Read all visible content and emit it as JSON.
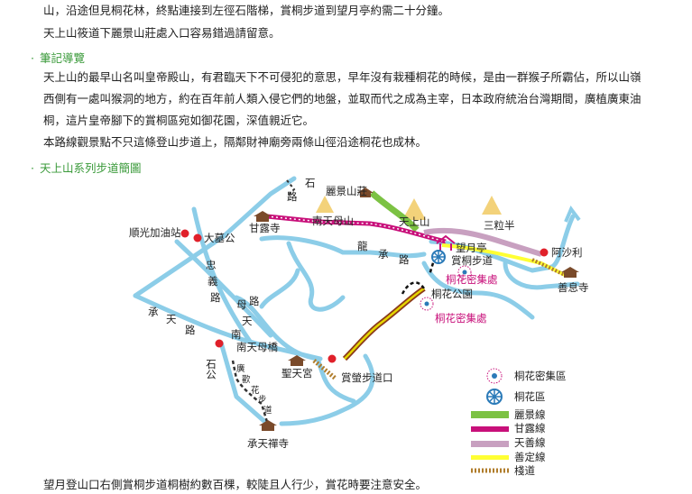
{
  "intro": {
    "line1": "山，沿途但見桐花林，終點連接到左徑石階梯，賞桐步道到望月亭約需二十分鐘。",
    "line2": "天上山筱道下麗景山莊處入口容易錯過請留意。"
  },
  "notes": {
    "heading": "筆記導覽",
    "para1_l1": "天上山的最早山名叫皇帝殿山，有君臨天下不可侵犯的意思，早年沒有栽種桐花的時候，是由一群猴子所霸佔，所以山嶺",
    "para1_l2": "西側有一處叫猴洞的地方，約在百年前人類入侵它們的地盤，並取而代之成為主宰，日本政府統治台灣期間，廣植廣東油",
    "para1_l3": "桐，這片皇帝腳下的賞桐區宛如御花園，深值親近它。",
    "para2": "本路線觀景點不只這條登山步道上，隔鄰財神廟旁兩條山徑沿途桐花也成林。"
  },
  "map_section": {
    "heading": "天上山系列步道簡圖"
  },
  "map_labels": {
    "shun_guang": "順光加油站",
    "da_mu_gong": "大墓公",
    "gan_lu_si": "甘露寺",
    "nan_tian_mu_shan": "南天母山",
    "li_jing_shan_zhuang": "麗景山莊",
    "tian_shang_shan": "天上山",
    "san_li_ban": "三粒半",
    "a_sha_li": "阿沙利",
    "shan_xi_si": "善息寺",
    "wang_yue_ting": "望月亭",
    "shang_tong_bu_dao": "賞桐步道",
    "tong_hua_mi_ji_chu": "桐花密集處",
    "tong_hua_gong_yuan": "桐花公園",
    "tong_hua_mi_ji_chu_2": "桐花密集處",
    "nan_tian_mu_qiao": "南天母橋",
    "shi_gong": "石公",
    "sheng_tian_gong": "聖天宮",
    "shang_ying_bu_dao_kou": "賞螢步道口",
    "cheng_tian_chan_si": "承天禪寺",
    "road_cheng_tian_lu": [
      "承",
      "天",
      "路"
    ],
    "road_zhong_yi_lu": [
      "忠",
      "義",
      "路"
    ],
    "road_mu_tian_lu": [
      "母",
      "路",
      "天"
    ],
    "road_long_cheng_lu": [
      "龍",
      "承",
      "路"
    ],
    "road_shi_lu": [
      "石",
      "路"
    ],
    "road_nan": "南",
    "road_guang_ji_si_bu_dao": [
      "廣",
      "歡",
      "花",
      "步",
      "道"
    ]
  },
  "legend": {
    "items": [
      {
        "label": "桐花密集區",
        "kind": "dense-icon"
      },
      {
        "label": "桐花區",
        "kind": "area-icon"
      },
      {
        "label": "麗景線",
        "kind": "line",
        "color": "#7cc243"
      },
      {
        "label": "甘露線",
        "kind": "line",
        "color": "#c8107a"
      },
      {
        "label": "天善線",
        "kind": "line",
        "color": "#c8a0c0"
      },
      {
        "label": "善定線",
        "kind": "line",
        "color": "#ffff33"
      },
      {
        "label": "棧道",
        "kind": "boardwalk",
        "color": "#b07d2c"
      }
    ]
  },
  "footer": {
    "text": "望月登山口右側賞桐步道桐樹約數百棵，較陡且人行少，賞花時要注意安全。"
  },
  "colors": {
    "road": "#8ccde8",
    "heading_green": "#3a9a3a",
    "peak": "#f3d27a",
    "poi_red": "#e0202a",
    "temple": "#7a4a2a"
  }
}
